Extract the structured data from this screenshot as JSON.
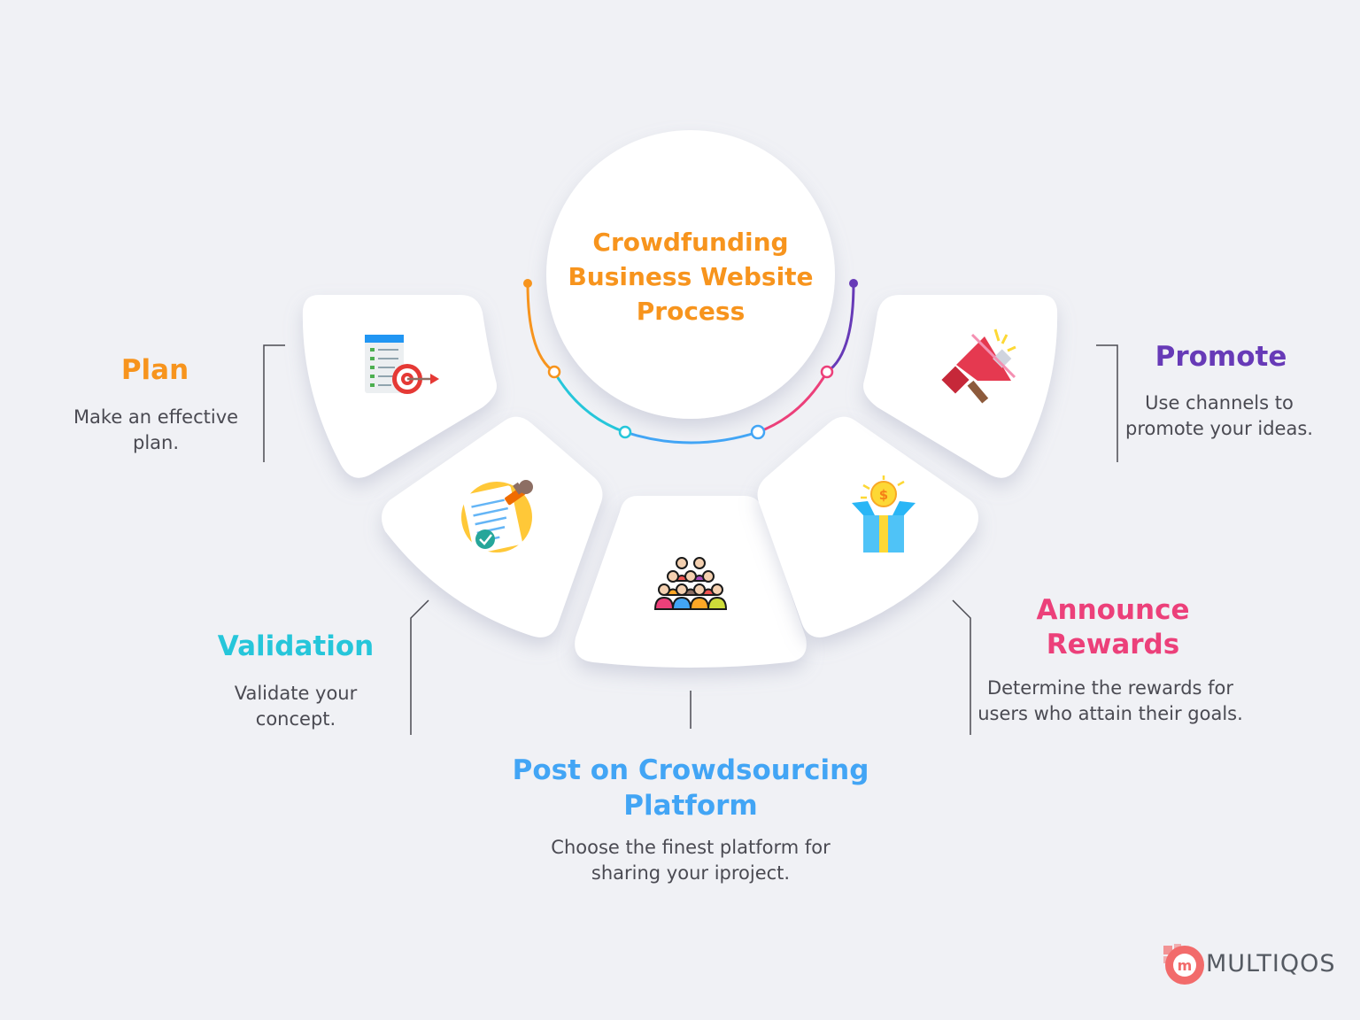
{
  "hub": {
    "title": "Crowdfunding Business Website Process"
  },
  "steps": [
    {
      "id": "plan",
      "title": "Plan",
      "description": "Make an effective plan.",
      "color": "#f7941d",
      "icon": "checklist-target-icon"
    },
    {
      "id": "validation",
      "title": "Validation",
      "description": "Validate your concept.",
      "color": "#26c6da",
      "icon": "stamped-document-icon"
    },
    {
      "id": "post",
      "title": "Post on Crowdsourcing Platform",
      "description": "Choose the finest platform for sharing your iproject.",
      "color": "#42a5f5",
      "icon": "crowd-icon"
    },
    {
      "id": "announce",
      "title": "Announce Rewards",
      "description": "Determine the rewards for users who attain their goals.",
      "color": "#ec407a",
      "icon": "gift-box-coin-icon"
    },
    {
      "id": "promote",
      "title": "Promote",
      "description": "Use channels to promote your ideas.",
      "color": "#673ab7",
      "icon": "megaphone-icon"
    }
  ],
  "colors": {
    "hub_title": "#f7941d",
    "background": "#f0f1f5"
  },
  "brand": {
    "name": "MULTIQOS",
    "color": "#f26b6b"
  }
}
